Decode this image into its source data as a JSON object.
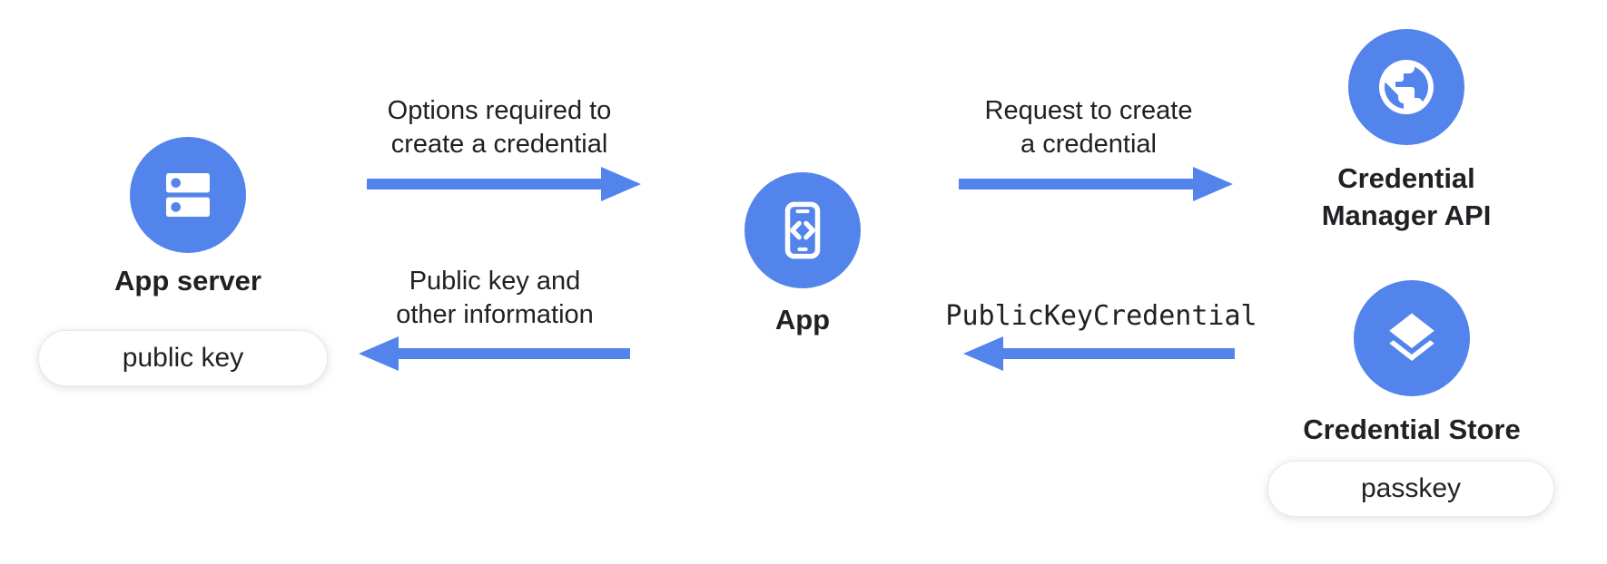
{
  "colors": {
    "blue": "#5384EC",
    "text": "#202124",
    "pill_bg": "#ffffff",
    "pill_border": "#e7e8ea"
  },
  "nodes": {
    "app_server": {
      "label": "App server",
      "badge": "public key"
    },
    "app": {
      "label": "App"
    },
    "credential_manager_api": {
      "label": "Credential\nManager API"
    },
    "credential_store": {
      "label": "Credential Store",
      "badge": "passkey"
    }
  },
  "arrows": {
    "options_to_app": {
      "label": "Options required to\ncreate a credential",
      "direction": "right"
    },
    "request_to_cm": {
      "label": "Request to create\na credential",
      "direction": "right"
    },
    "pkc_to_app": {
      "label": "PublicKeyCredential",
      "direction": "left"
    },
    "publickey_to_server": {
      "label": "Public key and\nother information",
      "direction": "left"
    }
  },
  "icons": {
    "app_server": "server-dns-icon",
    "app": "phone-code-icon",
    "credential_manager_api": "globe-icon",
    "credential_store": "layers-icon"
  }
}
